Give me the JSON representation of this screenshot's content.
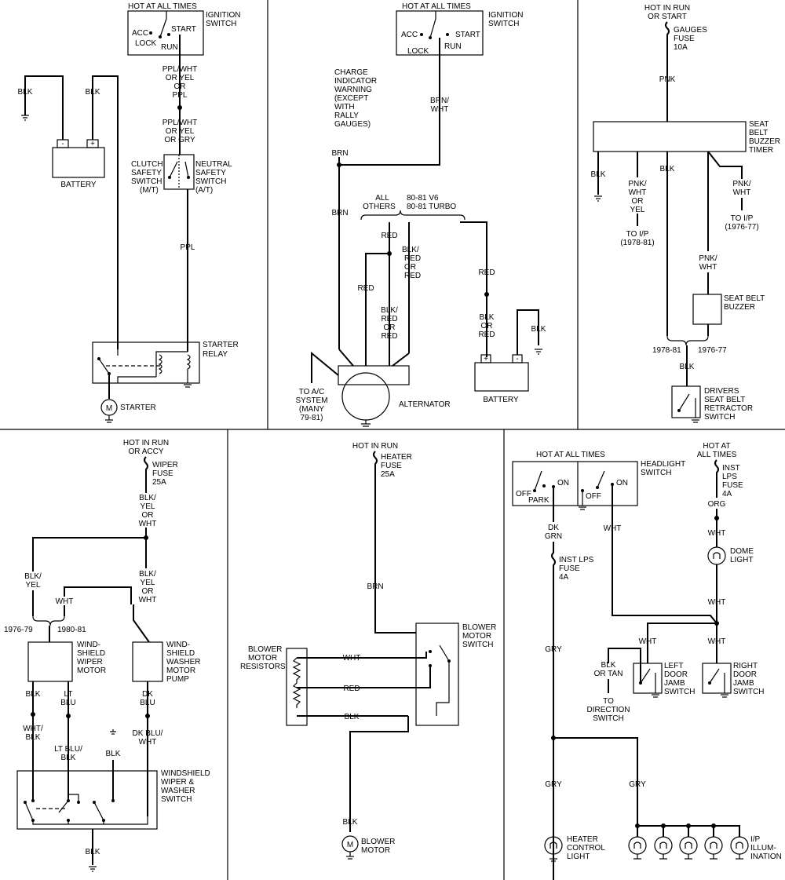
{
  "panels": {
    "starter": {
      "hot": "HOT AT ALL TIMES",
      "ign": [
        "IGNITION",
        "SWITCH"
      ],
      "acc": "ACC",
      "start": "START",
      "lock": "LOCK",
      "run": "RUN",
      "w1": [
        "PPL/WHT",
        "OR YEL",
        "OR",
        "PPL"
      ],
      "w2": [
        "PPL/WHT",
        "OR YEL",
        "OR GRY"
      ],
      "clutch": [
        "CLUTCH",
        "SAFETY",
        "SWITCH",
        "(M/T)"
      ],
      "neutral": [
        "NEUTRAL",
        "SAFETY",
        "SWITCH",
        "(A/T)"
      ],
      "blk1": "BLK",
      "blk2": "BLK",
      "minus": "-",
      "plus": "+",
      "battery": "BATTERY",
      "ppl": "PPL",
      "relay": [
        "STARTER",
        "RELAY"
      ],
      "m": "M",
      "starter": "STARTER"
    },
    "charging": {
      "hot": "HOT AT ALL TIMES",
      "ign": [
        "IGNITION",
        "SWITCH"
      ],
      "acc": "ACC",
      "start": "START",
      "lock": "LOCK",
      "run": "RUN",
      "charge": [
        "CHARGE",
        "INDICATOR",
        "WARNING",
        "(EXCEPT",
        "WITH",
        "RALLY",
        "GAUGES)"
      ],
      "brnwht": [
        "BRN/",
        "WHT"
      ],
      "brn1": "BRN",
      "brn2": "BRN",
      "allothers": [
        "ALL",
        "OTHERS"
      ],
      "v6": [
        "80-81 V6",
        "80-81 TURBO"
      ],
      "red1": "RED",
      "blkred1": [
        "BLK/",
        "RED",
        "OR",
        "RED"
      ],
      "red2": "RED",
      "blkred2": [
        "BLK/",
        "RED",
        "OR",
        "RED"
      ],
      "red3": "RED",
      "blkorred": [
        "BLK",
        "OR",
        "RED"
      ],
      "blk": "BLK",
      "plus": "+",
      "minus": "-",
      "battery": "BATTERY",
      "toac": [
        "TO A/C",
        "SYSTEM",
        "(MANY",
        "79-81)"
      ],
      "alternator": "ALTERNATOR"
    },
    "seatbelt": {
      "hot": [
        "HOT IN RUN",
        "OR START"
      ],
      "fuse": [
        "GAUGES",
        "FUSE",
        "10A"
      ],
      "pnk": "PNK",
      "timer": [
        "SEAT",
        "BELT",
        "BUZZER",
        "TIMER"
      ],
      "blk1": "BLK",
      "pnkwhtyel": [
        "PNK/",
        "WHT",
        "OR",
        "YEL"
      ],
      "blk2": "BLK",
      "pnkwht1": [
        "PNK/",
        "WHT"
      ],
      "toip1": [
        "TO I/P",
        "(1978-81)"
      ],
      "toip2": [
        "TO I/P",
        "(1976-77)"
      ],
      "pnkwht2": [
        "PNK/",
        "WHT"
      ],
      "buzzer": [
        "SEAT BELT",
        "BUZZER"
      ],
      "y7881": "1978-81",
      "y7677": "1976-77",
      "blk3": "BLK",
      "retractor": [
        "DRIVERS",
        "SEAT BELT",
        "RETRACTOR",
        "SWITCH"
      ]
    },
    "wiper": {
      "hot": [
        "HOT IN RUN",
        "OR ACCY"
      ],
      "fuse": [
        "WIPER",
        "FUSE",
        "25A"
      ],
      "w1": [
        "BLK/",
        "YEL",
        "OR",
        "WHT"
      ],
      "blkyel": [
        "BLK/",
        "YEL"
      ],
      "w2": [
        "BLK/",
        "YEL",
        "OR",
        "WHT"
      ],
      "wht": "WHT",
      "y7679": "1976-79",
      "y8081": "1980-81",
      "wipermotor": [
        "WIND-",
        "SHIELD",
        "WIPER",
        "MOTOR"
      ],
      "washer": [
        "WIND-",
        "SHIELD",
        "WASHER",
        "MOTOR",
        "PUMP"
      ],
      "blk": "BLK",
      "ltblu": [
        "LT",
        "BLU"
      ],
      "dkblu": [
        "DK",
        "BLU"
      ],
      "whtblk": [
        "WHT/",
        "BLK"
      ],
      "ltblublk": [
        "LT BLU/",
        "BLK"
      ],
      "blk2": "BLK",
      "dkbluwht": [
        "DK BLU/",
        "WHT"
      ],
      "switch": [
        "WINDSHIELD",
        "WIPER &",
        "WASHER",
        "SWITCH"
      ],
      "blk3": "BLK"
    },
    "blower": {
      "hot": "HOT IN RUN",
      "fuse": [
        "HEATER",
        "FUSE",
        "25A"
      ],
      "brn": "BRN",
      "resistors": [
        "BLOWER",
        "MOTOR",
        "RESISTORS"
      ],
      "wht": "WHT",
      "red": "RED",
      "blk": "BLK",
      "switch": [
        "BLOWER",
        "MOTOR",
        "SWITCH"
      ],
      "blk2": "BLK",
      "m": "M",
      "motor": [
        "BLOWER",
        "MOTOR"
      ]
    },
    "lights": {
      "hot": "HOT AT ALL TIMES",
      "hlswitch": [
        "HEADLIGHT",
        "SWITCH"
      ],
      "off1": "OFF",
      "park": "PARK",
      "on1": "ON",
      "off2": "OFF",
      "on2": "ON",
      "hotat": [
        "HOT AT",
        "ALL TIMES"
      ],
      "fuse1": [
        "INST",
        "LPS",
        "FUSE",
        "4A"
      ],
      "org": "ORG",
      "dkgrn": [
        "DK",
        "GRN"
      ],
      "wht1": "WHT",
      "wht2": "WHT",
      "fuse2": [
        "INST LPS",
        "FUSE",
        "4A"
      ],
      "dome": [
        "DOME",
        "LIGHT"
      ],
      "wht3": "WHT",
      "gry1": "GRY",
      "wht4": "WHT",
      "wht5": "WHT",
      "blkortan": [
        "BLK",
        "OR TAN"
      ],
      "leftdoor": [
        "LEFT",
        "DOOR",
        "JAMB",
        "SWITCH"
      ],
      "rightdoor": [
        "RIGHT",
        "DOOR",
        "JAMB",
        "SWITCH"
      ],
      "todir": [
        "TO",
        "DIRECTION",
        "SWITCH"
      ],
      "gry2": "GRY",
      "gry3": "GRY",
      "heater": [
        "HEATER",
        "CONTROL",
        "LIGHT"
      ],
      "ip": [
        "I/P",
        "ILLUM-",
        "INATION"
      ]
    }
  }
}
